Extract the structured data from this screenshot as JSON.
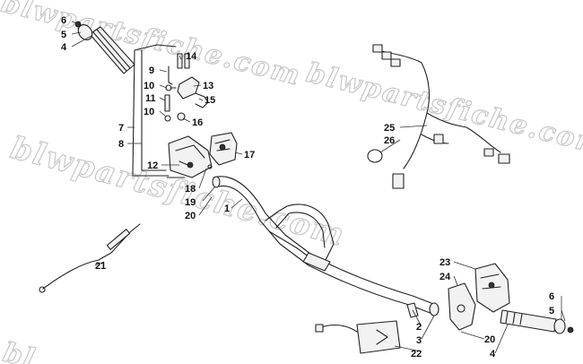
{
  "watermark": {
    "text_1": "blwpartsfiche.com",
    "text_2": "blwpartsfiche.com",
    "text_3": "blwpartsfiche.com",
    "text_4": "bl"
  },
  "callouts": {
    "c6a": "6",
    "c5a": "5",
    "c4a": "4",
    "c14": "14",
    "c9": "9",
    "c13": "13",
    "c10a": "10",
    "c15": "15",
    "c11": "11",
    "c10b": "10",
    "c16": "16",
    "c7": "7",
    "c8": "8",
    "c17": "17",
    "c12": "12",
    "c18": "18",
    "c19": "19",
    "c20a": "20",
    "c1": "1",
    "c25": "25",
    "c26": "26",
    "c21": "21",
    "c23": "23",
    "c24": "24",
    "c6b": "6",
    "c5b": "5",
    "c2": "2",
    "c3": "3",
    "c22": "22",
    "c20b": "20",
    "c4b": "4"
  }
}
